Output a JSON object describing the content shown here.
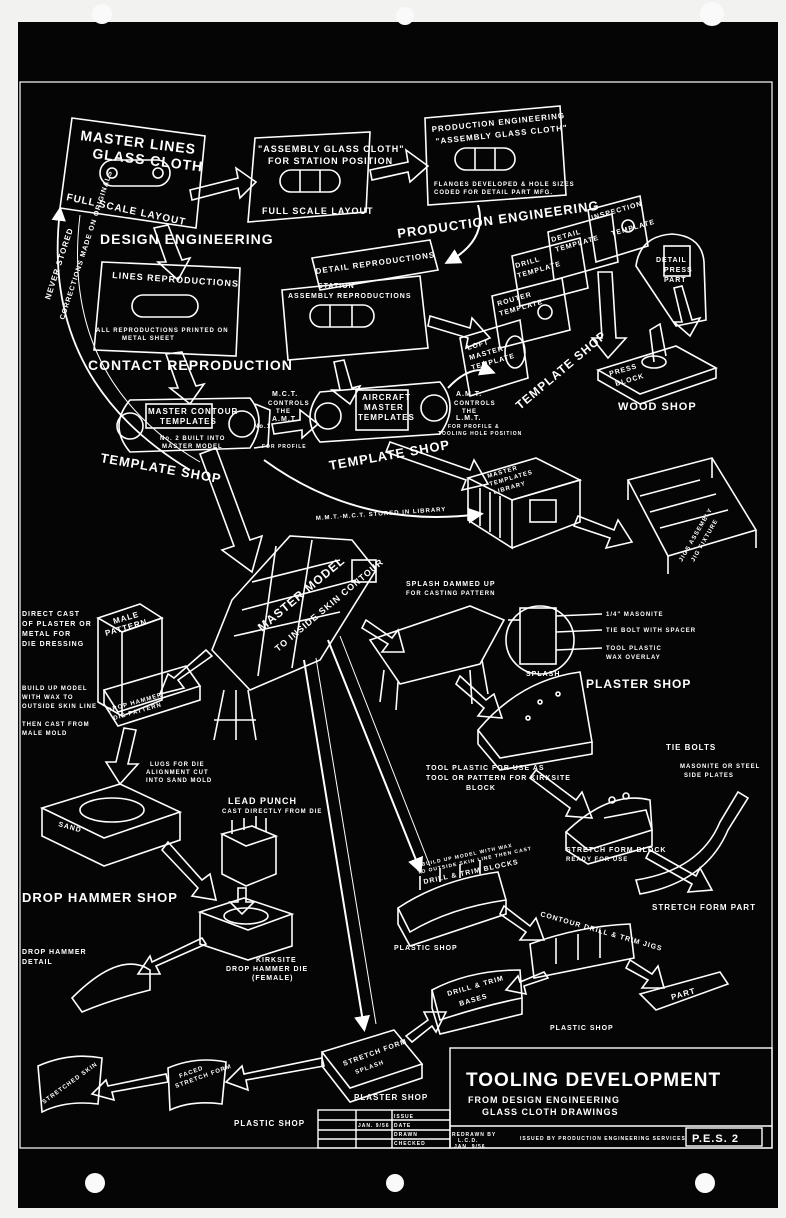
{
  "colors": {
    "paper": "#f2f2f0",
    "board": "#050505",
    "ink": "#ffffff"
  },
  "nodes": {
    "master_lines": {
      "title": "MASTER LINES",
      "sub": "GLASS CLOTH",
      "note": "FULL SCALE LAYOUT"
    },
    "assembly_glass": {
      "title": "\"ASSEMBLY GLASS CLOTH\"",
      "sub": "FOR STATION POSITION",
      "note": "FULL SCALE LAYOUT"
    },
    "prod_glass": {
      "title": "PRODUCTION ENGINEERING",
      "sub": "\"ASSEMBLY GLASS CLOTH\"",
      "note1": "FLANGES DEVELOPED & HOLE SIZES",
      "note2": "CODED FOR DETAIL PART MFG."
    },
    "lines_repro": {
      "title": "LINES REPRODUCTIONS",
      "note1": "ALL REPRODUCTIONS PRINTED ON",
      "note2": "METAL SHEET"
    },
    "detail_repro": {
      "title": "DETAIL REPRODUCTIONS",
      "sub1": "STATION",
      "sub2": "ASSEMBLY REPRODUCTIONS"
    },
    "mct": {
      "title1": "MASTER CONTOUR",
      "title2": "TEMPLATES",
      "note1": "No. 2 BUILT INTO",
      "note2": "MASTER MODEL",
      "no1": "No.1"
    },
    "amt": {
      "title1": "AIRCRAFT",
      "title2": "MASTER",
      "title3": "TEMPLATES"
    },
    "mct_controls": {
      "l1": "M.C.T.",
      "l2": "CONTROLS",
      "l3": "THE",
      "l4": "A.M.T.",
      "l5": "FOR PROFILE"
    },
    "amt_controls": {
      "l1": "A.M.T.",
      "l2": "CONTROLS",
      "l3": "THE",
      "l4": "L.M.T.",
      "l5": "FOR PROFILE &",
      "l6": "TOOLING HOLE POSITION"
    },
    "loft": {
      "l1": "LOFT",
      "l2": "MASTER",
      "l3": "TEMPLATE"
    },
    "router": {
      "l1": "ROUTER",
      "l2": "TEMPLATE"
    },
    "drill": {
      "l1": "DRILL",
      "l2": "TEMPLATE"
    },
    "detail_tpl": {
      "l1": "DETAIL",
      "l2": "TEMPLATE"
    },
    "inspection": {
      "l1": "INSPECTION",
      "l2": "TEMPLATE"
    },
    "detail_press": {
      "l1": "DETAIL",
      "l2": "PRESS",
      "l3": "PART"
    },
    "press_block": {
      "l1": "PRESS",
      "l2": "BLOCK"
    },
    "mmt_box": {
      "l1": "MASTER",
      "l2": "TEMPLATES",
      "l3": "LIBRARY"
    },
    "mmt_stored": "M.M.T.-M.C.T. STORED IN LIBRARY",
    "jig": {
      "l1": "JIGS ASSEMBLY",
      "l2": "JIG FIXTURE"
    },
    "master_model": {
      "l1": "MASTER MODEL",
      "l2": "TO INSIDE SKIN CONTOUR"
    },
    "male_pattern": {
      "l1": "MALE",
      "l2": "PATTERN"
    },
    "drop_hammer_pattern": {
      "l1": "DROP HAMMER",
      "l2": "DIE PATTERN"
    },
    "direct_cast": {
      "l1": "DIRECT CAST",
      "l2": "OF PLASTER OR",
      "l3": "METAL FOR",
      "l4": "DIE DRESSING"
    },
    "build_up": {
      "l1": "BUILD UP MODEL",
      "l2": "WITH WAX TO",
      "l3": "OUTSIDE SKIN LINE",
      "l4": "THEN CAST FROM",
      "l5": "MALE MOLD"
    },
    "lugs": {
      "l1": "LUGS FOR DIE",
      "l2": "ALIGNMENT CUT",
      "l3": "INTO SAND MOLD"
    },
    "sand": "SAND",
    "lead_punch": {
      "title": "LEAD PUNCH",
      "sub": "CAST DIRECTLY FROM DIE"
    },
    "kirksite_die": {
      "l1": "KIRKSITE",
      "l2": "DROP HAMMER DIE",
      "l3": "(FEMALE)"
    },
    "drop_hammer_detail": {
      "l1": "DROP HAMMER",
      "l2": "DETAIL"
    },
    "splash_dammed": {
      "l1": "SPLASH DAMMED UP",
      "l2": "FOR CASTING PATTERN"
    },
    "splash_section": {
      "l1": "1/4\" MASONITE",
      "l2": "TIE BOLT WITH SPACER",
      "l3": "TOOL PLASTIC",
      "l4": "WAX OVERLAY",
      "tag": "SPLASH"
    },
    "tool_plastic": {
      "l1": "TOOL PLASTIC FOR USE AS",
      "l2": "TOOL OR PATTERN FOR KIRKSITE",
      "l3": "BLOCK"
    },
    "tie_bolts": "TIE BOLTS",
    "masonite": {
      "l1": "MASONITE OR STEEL",
      "l2": "SIDE PLATES"
    },
    "stretch_block": {
      "l1": "STRETCH FORM BLOCK",
      "l2": "READY FOR USE"
    },
    "stretch_part": "STRETCH FORM PART",
    "build_up2": {
      "l1": "BUILD UP MODEL WITH WAX",
      "l2": "TO OUTSIDE SKIN LINE THEN CAST",
      "l3": "DRILL & TRIM BLOCKS"
    },
    "contour_drill": "CONTOUR DRILL & TRIM JIGS",
    "part": "PART",
    "drill_trim": {
      "l1": "DRILL & TRIM",
      "l2": "BASES"
    },
    "stretch_splash": {
      "l1": "STRETCH FORM",
      "l2": "SPLASH"
    },
    "faced_block": {
      "l1": "FACED",
      "l2": "STRETCH FORM"
    },
    "stretched_skin": "STRETCHED SKIN"
  },
  "labels": {
    "design_eng": "DESIGN ENGINEERING",
    "prod_eng": "PRODUCTION ENGINEERING",
    "contact_repro": "CONTACT REPRODUCTION",
    "never_stored": "NEVER STORED",
    "corrections": "CORRECTIONS MADE ON ORIGINALS",
    "template_shop_left": "TEMPLATE SHOP",
    "template_shop_mid": "TEMPLATE SHOP",
    "template_shop_right": "TEMPLATE SHOP",
    "wood_shop": "WOOD SHOP",
    "plaster_shop_right": "PLASTER SHOP",
    "plaster_shop_bottom": "PLASTER SHOP",
    "drop_hammer_shop": "DROP HAMMER SHOP",
    "plastic_shop_1": "PLASTIC SHOP",
    "plastic_shop_2": "PLASTIC SHOP",
    "plastic_shop_3": "PLASTIC SHOP"
  },
  "title_block": {
    "title": "TOOLING DEVELOPMENT",
    "sub1": "FROM DESIGN ENGINEERING",
    "sub2": "GLASS CLOTH DRAWINGS",
    "redrawn": "REDRAWN BY",
    "drawn_initials": "L.C.D.",
    "date": "JAN. 9/56",
    "issued": "ISSUED BY PRODUCTION ENGINEERING SERVICES",
    "sheet_no": "P.E.S. 2",
    "rev_issue": "ISSUE",
    "rev_date": "DATE",
    "rev_drawn": "DRAWN",
    "rev_checked": "CHECKED",
    "rev_jan": "JAN. 9/56"
  }
}
